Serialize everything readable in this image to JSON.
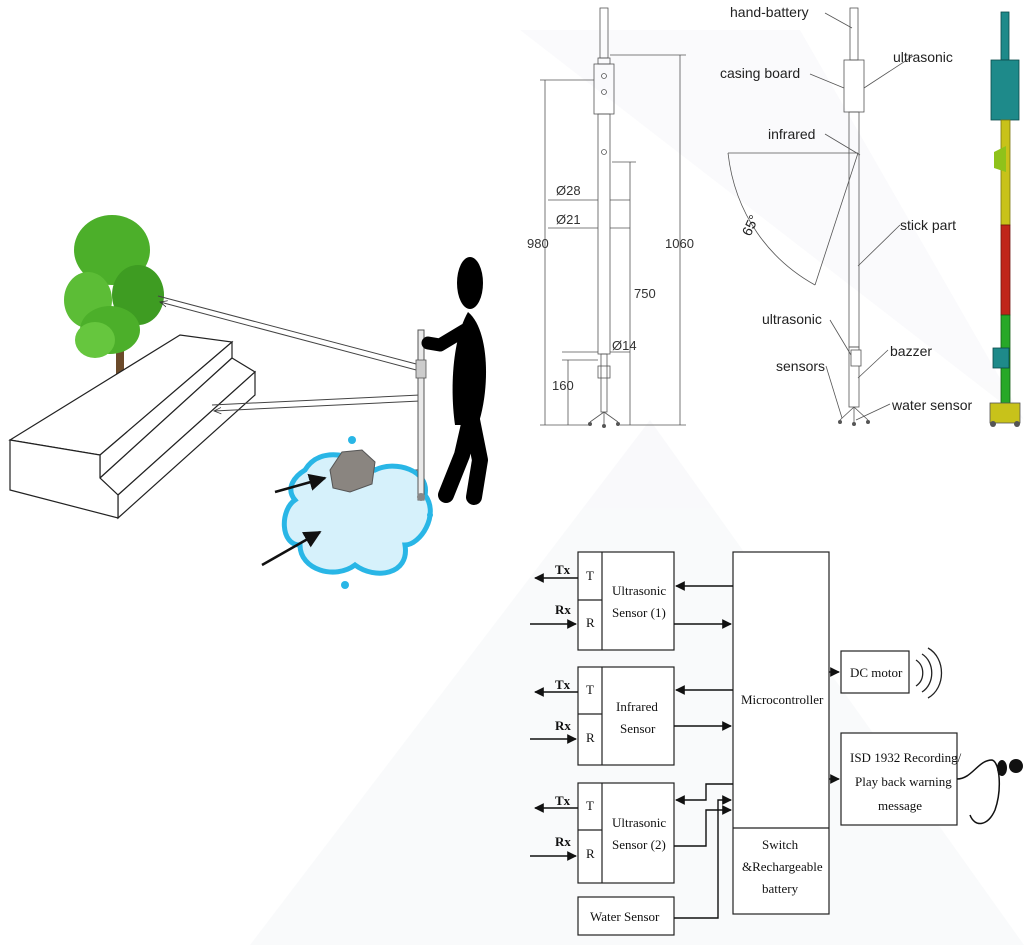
{
  "scene": {
    "icons": {
      "tree": "tree-icon",
      "person": "walking-person-icon",
      "stairs": "stairs-icon",
      "rock": "rock-icon",
      "puddle": "water-puddle-icon"
    }
  },
  "drawing": {
    "dimensions": {
      "d28": "Ø28",
      "d21": "Ø21",
      "d14": "Ø14",
      "h980": "980",
      "h1060": "1060",
      "h750": "750",
      "h160": "160"
    }
  },
  "annotated": {
    "labels": {
      "hand_battery": "hand-battery",
      "ultrasonic_top": "ultrasonic",
      "casing_board": "casing board",
      "infrared": "infrared",
      "angle": "65°",
      "stick_part": "stick part",
      "ultrasonic_bottom": "ultrasonic",
      "bazzer": "bazzer",
      "sensors": "sensors",
      "water_sensor": "water sensor"
    }
  },
  "block_diagram": {
    "tx": "Tx",
    "rx": "Rx",
    "t": "T",
    "r": "R",
    "ultrasonic1": [
      "Ultrasonic",
      "Sensor (1)"
    ],
    "infrared": [
      "Infrared",
      "Sensor"
    ],
    "ultrasonic2": [
      "Ultrasonic",
      "Sensor (2)"
    ],
    "water_sensor": "Water Sensor",
    "microcontroller": "Microcontroller",
    "switch_battery": [
      "Switch",
      "&Rechargeable",
      "battery"
    ],
    "dc_motor": "DC motor",
    "isd": [
      "ISD 1932 Recording/",
      "Play back warning",
      "message"
    ]
  },
  "colors": {
    "tree_leaf": "#4caf2a",
    "tree_trunk": "#6b4a2a",
    "water": "#29b6e6",
    "cad_teal": "#1e8a8a",
    "cad_yellow": "#c8c21a",
    "cad_red": "#c0251a",
    "cad_green": "#27a827"
  }
}
